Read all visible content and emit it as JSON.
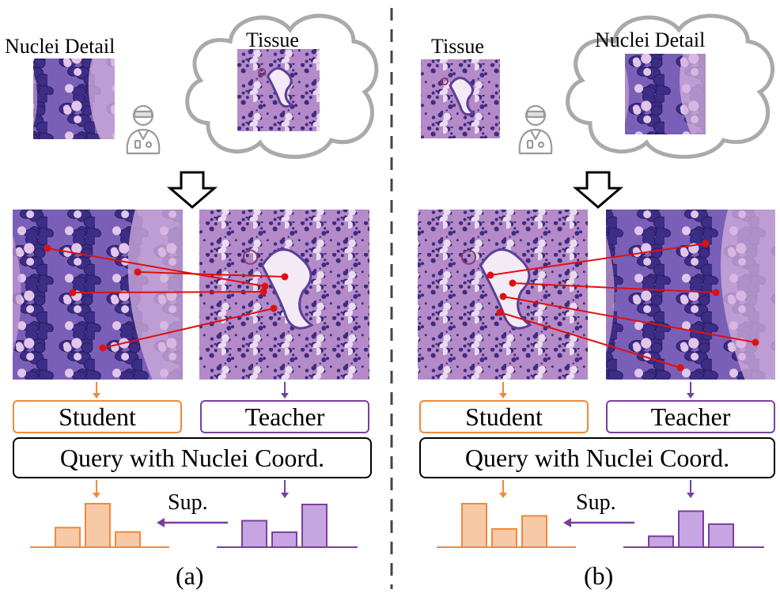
{
  "panel_a": {
    "caption": "(a)",
    "top_left_label": "Nuclei Detail",
    "cloud_label": "Tissue",
    "student_label": "Student",
    "teacher_label": "Teacher",
    "query_label": "Query with Nuclei Coord.",
    "sup_label": "Sup.",
    "student_hist": [
      0.45,
      1.0,
      0.35
    ],
    "teacher_hist": [
      0.62,
      0.35,
      1.0
    ]
  },
  "panel_b": {
    "caption": "(b)",
    "top_left_label": "Tissue",
    "cloud_label": "Nuclei Detail",
    "student_label": "Student",
    "teacher_label": "Teacher",
    "query_label": "Query with Nuclei Coord.",
    "sup_label": "Sup.",
    "student_hist": [
      1.0,
      0.42,
      0.72
    ],
    "teacher_hist": [
      0.26,
      0.86,
      0.55
    ]
  },
  "colors": {
    "student": "#ee8a3c",
    "student_fill": "#f7c9a7",
    "teacher": "#7a3fa0",
    "teacher_fill": "#c7a5e2",
    "link": "#e01010",
    "cloud": "#aaaaaa",
    "divider": "#444444",
    "icon": "#9a9a9a"
  },
  "icons": [
    "pathologist-icon",
    "cloud-icon",
    "down-arrow-icon"
  ]
}
